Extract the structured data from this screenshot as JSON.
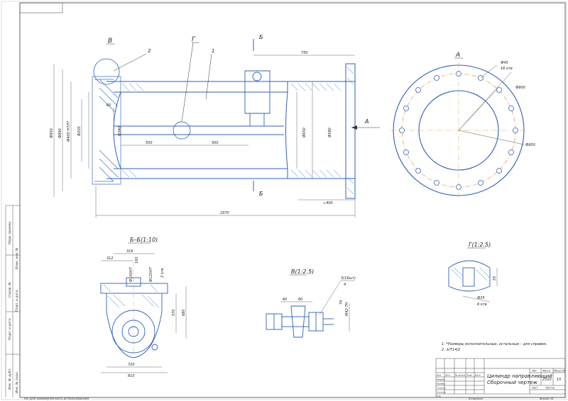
{
  "views": {
    "main": {
      "section_mark_B": "Б",
      "section_mark_B2": "Б",
      "callout_V": "В",
      "callout_G": "Г",
      "view_arrow_A": "А",
      "leader_2": "2",
      "leader_1": "1"
    },
    "view_A": {
      "label": "А",
      "holes_note_size": "Ф45",
      "holes_note_count": "16 отв",
      "bolt_circle": "Ф900",
      "outer_diameter": "Ф950"
    },
    "section_BB": {
      "label": "Б–Б(1:10)"
    },
    "detail_V": {
      "label": "В(1:2.5)",
      "item_3": "3(16шт)",
      "item_4": "4"
    },
    "detail_G": {
      "label": "Г(1:2.5)",
      "dim_side": "55",
      "dim_dia": "Ф35",
      "dim_count": "6 отв"
    }
  },
  "dimensions": {
    "length_750": "750",
    "length_1970": "1970",
    "length_500a": "500",
    "length_500b": "500",
    "length_400": "≈400",
    "dim_60": "60",
    "dia_950": "Ф950",
    "dia_890": "Ф890",
    "dia_400": "Ф400 Н7/f7",
    "dia_205": "Ф205",
    "dia_340": "Ф340",
    "dia_650": "Ф650",
    "dia_580": "Ф580",
    "bb_312": "312",
    "bb_316": "316",
    "bb_100": "100",
    "bb_d1": "Ф100H7",
    "bb_d2": "Ф125H7",
    "bb_holes": "2 отв",
    "bb_570": "570",
    "bb_680": "680",
    "bb_720": "720",
    "bb_810": "810",
    "v_60a": "60",
    "v_60b": "60",
    "v_m42": "М42-7Н",
    "v_74": "74"
  },
  "notes": {
    "note_1": "1. *Размеры исполнительные, остальные – для справок.",
    "note_2": "2. ±IT14/2"
  },
  "title_block": {
    "title_line1": "Цилиндр направляющий",
    "title_line2": "Сборочный чертеж",
    "col_lit": "Лит.",
    "col_mass": "Масса",
    "col_scale": "Масштаб",
    "mass_value": "2310",
    "scale_value": "15",
    "sheet_label": "Лист",
    "sheets_label": "Листов",
    "row_izm": "Изм",
    "row_list": "Лист",
    "row_doc": "№ докум.",
    "row_sign": "Подп.",
    "row_date": "Дата",
    "razrab": "Разраб.",
    "prov": "Провер.",
    "tkontr": "Т.контр.",
    "nkontr": "Н.контр.",
    "utv": "Утв.",
    "copied": "Копировал",
    "format": "Формат  А1"
  },
  "margin": {
    "bottom_note": "Не для коммерческого использования",
    "side_1": "Перв. примен.",
    "side_2": "Справ. №",
    "side_3": "Подп. и дата",
    "side_4": "Инв. № дубл.",
    "side_5": "Взам. инв. №",
    "side_6": "Подп. и дата",
    "side_7": "Инв. № подл."
  }
}
